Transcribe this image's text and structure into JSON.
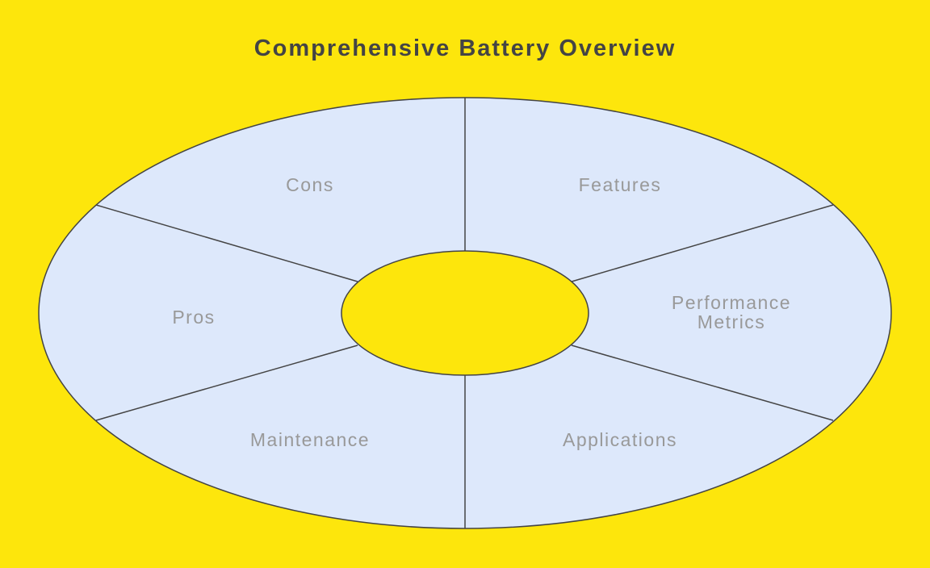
{
  "title": "Comprehensive Battery Overview",
  "segments": [
    {
      "label": "Features"
    },
    {
      "label": "Performance",
      "label2": "Metrics"
    },
    {
      "label": "Applications"
    },
    {
      "label": "Maintenance"
    },
    {
      "label": "Pros"
    },
    {
      "label": "Cons"
    }
  ],
  "colors": {
    "background": "#fde60c",
    "segment_fill": "#dde8fb",
    "center_fill": "#fde60c",
    "stroke": "#444444",
    "label": "#999999",
    "title": "#444444"
  }
}
